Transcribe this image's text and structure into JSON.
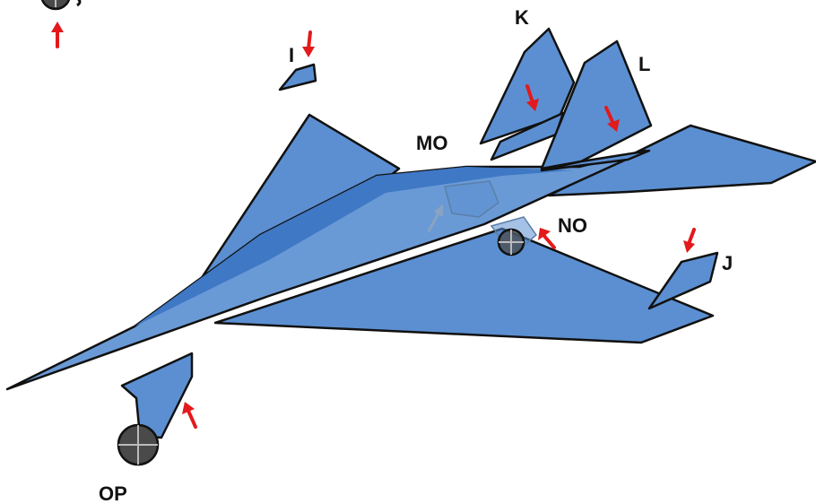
{
  "labels": {
    "i": "I",
    "j": "J",
    "k": "K",
    "l": "L",
    "mo": "MO",
    "no": "NO",
    "op": "OP"
  },
  "colors": {
    "surface": "#5b8fd1",
    "surface_dark": "#3f78c4",
    "outline": "#111111",
    "arrow": "#e3191b"
  }
}
